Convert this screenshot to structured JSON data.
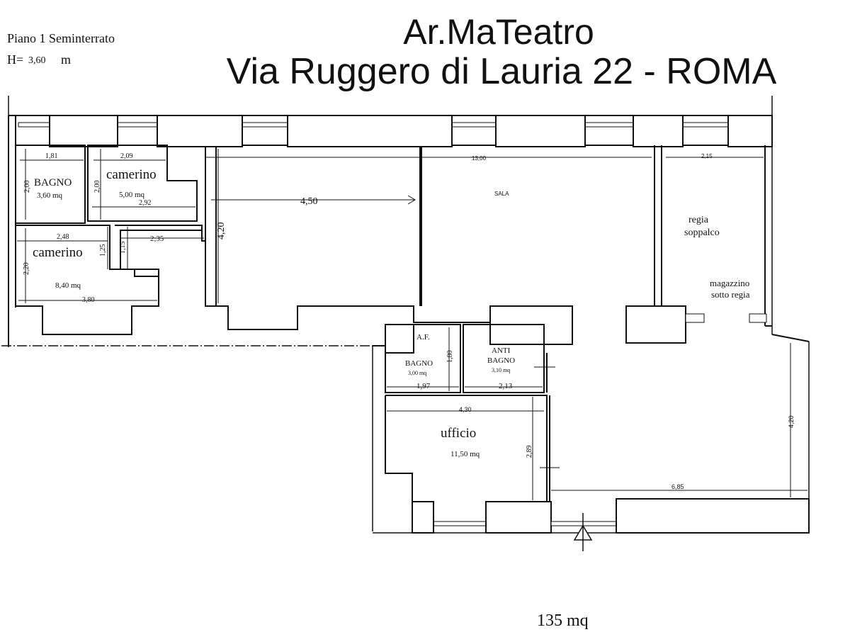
{
  "header": {
    "floor_label": "Piano 1 Seminterrato",
    "height_label": "H=",
    "height_value": "3,60",
    "height_unit": "m",
    "title_line1": "Ar.MaTeatro",
    "title_line2": "Via Ruggero di Lauria 22 - ROMA"
  },
  "rooms": {
    "bagno_top": {
      "name": "BAGNO",
      "area": "3,60 mq"
    },
    "camerino_top": {
      "name": "camerino",
      "area": "5,00 mq"
    },
    "camerino_bottom": {
      "name": "camerino",
      "area": "8,40 mq"
    },
    "sala": {
      "name": "SALA"
    },
    "regia": {
      "line1": "regia",
      "line2": "soppalco"
    },
    "magazzino": {
      "line1": "magazzino",
      "line2": "sotto regia"
    },
    "af": {
      "name": "A.F."
    },
    "bagno_mid": {
      "name": "BAGNO",
      "area": "3,00 mq"
    },
    "antibagno": {
      "line1": "ANTI",
      "line2": "BAGNO",
      "area": "3,10 mq"
    },
    "ufficio": {
      "name": "ufficio",
      "area": "11,50 mq"
    }
  },
  "dimensions": {
    "d181": "1,81",
    "d209": "2,09",
    "d200a": "2,00",
    "d200b": "2,00",
    "d292": "2,92",
    "d248": "2,48",
    "d125": "1,25",
    "d115": "1,15",
    "d235": "2,35",
    "d220": "2,20",
    "d380": "3,80",
    "d420a": "4,20",
    "d450": "4,50",
    "d1300": "13,00",
    "d215": "2,15",
    "d180": "1,80",
    "d197": "1,97",
    "d213": "2,13",
    "d430": "4,30",
    "d289": "2,89",
    "d420b": "4,20",
    "d685": "6,85"
  },
  "footer": {
    "total_area": "135 mq"
  }
}
